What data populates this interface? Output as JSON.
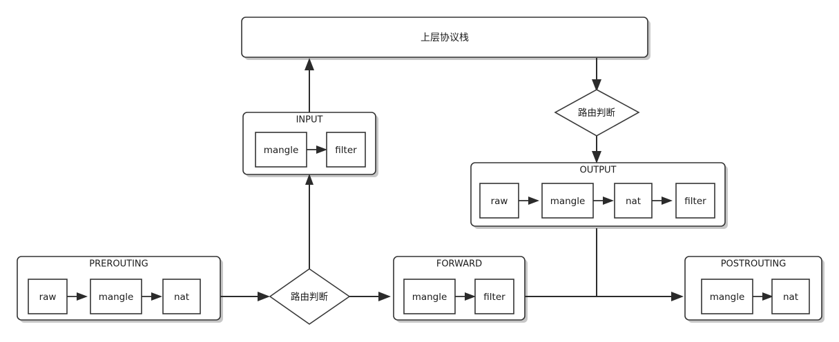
{
  "diagram": {
    "title_node": {
      "label": "上层协议栈"
    },
    "routing_decision_upper": {
      "label": "路由判断"
    },
    "routing_decision_lower": {
      "label": "路由判断"
    },
    "chains": [
      {
        "id": "input",
        "label": "INPUT",
        "tables": [
          "mangle",
          "filter"
        ]
      },
      {
        "id": "output",
        "label": "OUTPUT",
        "tables": [
          "raw",
          "mangle",
          "nat",
          "filter"
        ]
      },
      {
        "id": "prerouting",
        "label": "PREROUTING",
        "tables": [
          "raw",
          "mangle",
          "nat"
        ]
      },
      {
        "id": "forward",
        "label": "FORWARD",
        "tables": [
          "mangle",
          "filter"
        ]
      },
      {
        "id": "postrouting",
        "label": "POSTROUTING",
        "tables": [
          "mangle",
          "nat"
        ]
      }
    ],
    "colors": {
      "background": "#ffffff",
      "box_fill": "#ffffff",
      "box_stroke": "#333333",
      "connector": "#2b2b2b",
      "text": "#1a1a1a",
      "shadow": "#bdbdbd"
    }
  }
}
